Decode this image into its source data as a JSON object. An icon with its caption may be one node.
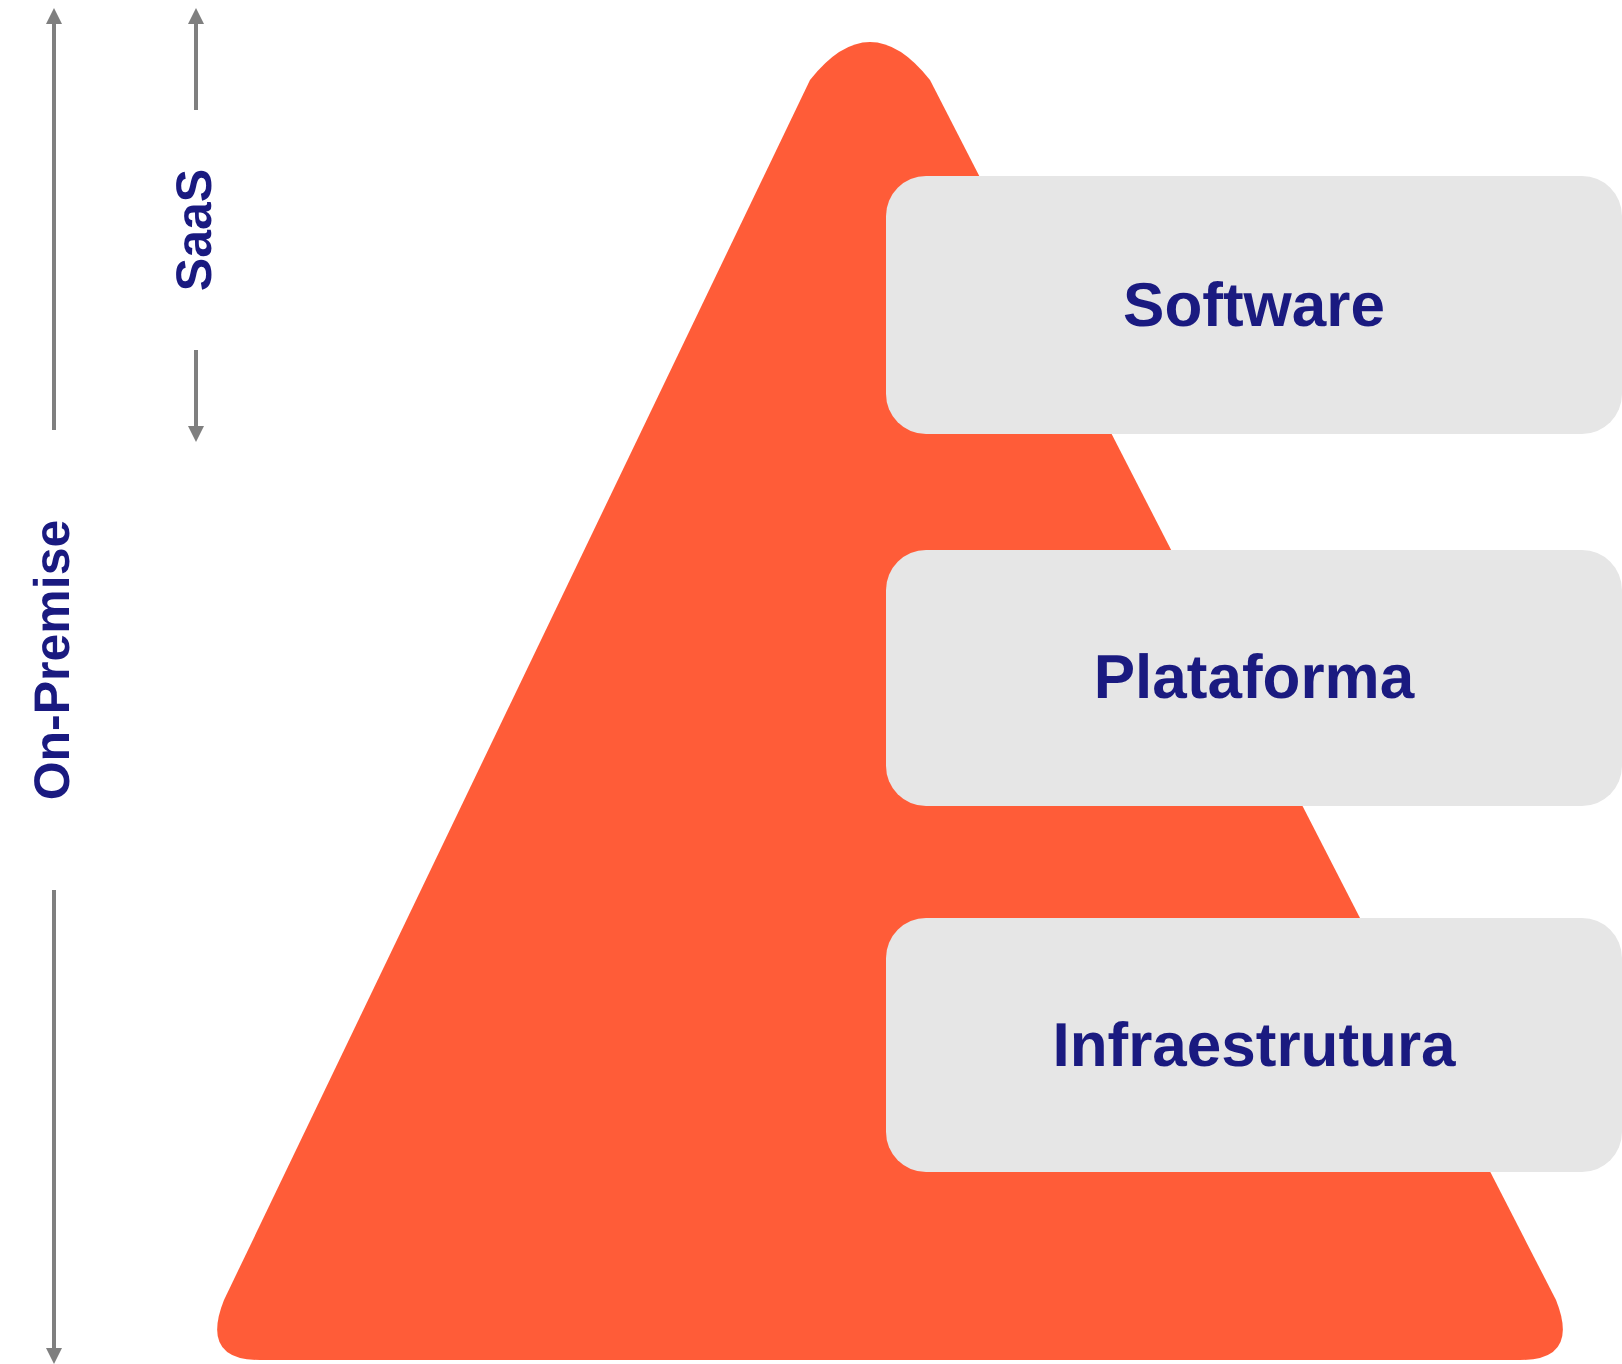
{
  "diagram": {
    "nodes": [
      {
        "text": [
          "Software"
        ]
      },
      {
        "text": [
          "Plataforma"
        ]
      },
      {
        "text": [
          "Infraestrutura"
        ]
      }
    ],
    "labels": [
      "SaaS",
      "On-Premise"
    ]
  }
}
